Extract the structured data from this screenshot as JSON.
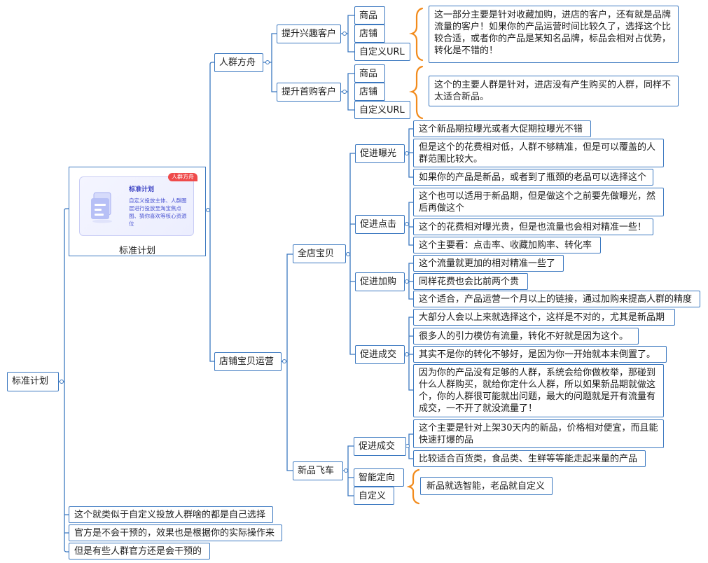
{
  "root": "标准计划",
  "branch1": "人群方舟",
  "sub_interest": "提升兴趣客户",
  "sub_first": "提升首购客户",
  "leaf_goods": "商品",
  "leaf_shop": "店铺",
  "leaf_url": "自定义URL",
  "note_interest": "这一部分主要是针对收藏加购，进店的客户，还有就是品牌流量的客户！如果你的产品运营时间比较久了，选择这个比较合适，或者你的产品是某知名品牌，标品会相对占优势，转化是不错的！",
  "note_first": "这个的主要人群是针对，进店没有产生购买的人群，同样不太适合新品。",
  "card": {
    "badge": "人群方舟",
    "title": "标准计划",
    "desc": "自定义投放主体、人群圈层进行投放至淘宝焦点图、猜你喜欢等核心资源位",
    "caption": "标准计划"
  },
  "branch2": "店铺宝贝运营",
  "all_shop": "全店宝贝",
  "exposure": "促进曝光",
  "exposure_notes": [
    "这个新品期拉曝光或者大促期拉曝光不错",
    "但是这个的花费相对低，人群不够精准，但是可以覆盖的人群范围比较大。",
    "如果你的产品是新品，或者到了瓶颈的老品可以选择这个"
  ],
  "click": "促进点击",
  "click_notes": [
    "这个也可以适用于新品期，但是做这个之前要先做曝光，然后再做这个",
    "这个的花费相对曝光贵，但是也流量也会相对精准一些！",
    "这个主要看：点击率、收藏加购率、转化率"
  ],
  "cart": "促进加购",
  "cart_notes": [
    "这个流量就更加的相对精准一些了",
    "同样花费也会比前两个贵",
    "这个适合，产品运营一个月以上的链接，通过加购来提高人群的精度"
  ],
  "deal": "促进成交",
  "deal_notes": [
    "大部分人会以上来就选择这个，这样是不对的，尤其是新品期",
    "很多人的引力模仿有流量，转化不好就是因为这个。",
    "其实不是你的转化不够好，是因为你一开始就本末倒置了。",
    "因为你的产品没有足够的人群，系统会给你做枚举，那碰到什么人群购买，就给你定什么人群，所以如果新品期就做这个，你的人群很可能就出问题，最大的问题就是开有流量有成交，一不开了就没流量了！"
  ],
  "new_car": "新品飞车",
  "new_deal": "促进成交",
  "new_deal_notes": [
    "这个主要是针对上架30天内的新品，价格相对便宜，而且能快速打爆的品",
    "比较适合百货类，食品类、生鲜等等能走起来量的产品"
  ],
  "smart": "智能定向",
  "custom": "自定义",
  "smart_note": "新品就选智能，老品就自定义",
  "bottom_notes": [
    "这个就类似于自定义投放人群啥的都是自己选择",
    "官方是不会干预的，效果也是根据你的实际操作来",
    "但是有些人群官方还是会干预的"
  ],
  "colors": {
    "line": "#3b78c0",
    "brace": "#f28b1c",
    "badge": "#ef4b4b"
  }
}
